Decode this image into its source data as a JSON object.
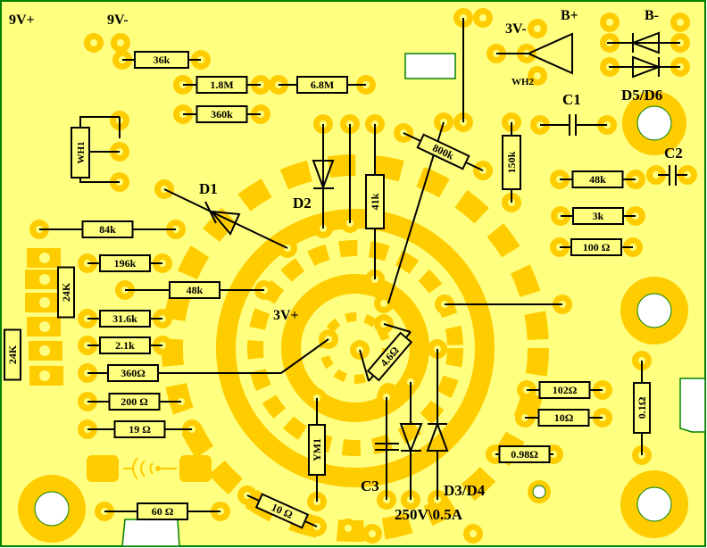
{
  "board": {
    "title": "Multimeter PCB component layout",
    "colors": {
      "substrate": "#ffff80",
      "copper": "#ffcc00",
      "outline": "#008000",
      "ink": "#000000",
      "hole": "#ffffff"
    }
  },
  "labels": {
    "v9_plus": "9V+",
    "v9_minus": "9V-",
    "v3_minus": "3V-",
    "v3_plus": "3V+",
    "b_plus": "B+",
    "b_minus": "B-",
    "wh2": "WH2",
    "c1": "C1",
    "c2": "C2",
    "c3": "C3",
    "d1": "D1",
    "d2": "D2",
    "d3d4": "D3/D4",
    "d5d6": "D5/D6",
    "fuse": "250V\\0.5A"
  },
  "resistors": {
    "r36k": "36k",
    "r1_8m": "1.8M",
    "r6_8m": "6.8M",
    "r360k": "360k",
    "r800k": "800k",
    "r150k": "150k",
    "r41k": "41k",
    "r48k_right": "48k",
    "r3k": "3k",
    "r100": "100 Ω",
    "r84k": "84k",
    "r196k": "196k",
    "r24k_a": "24K",
    "r24k_b": "24K",
    "r48k_left": "48k",
    "r31_6k": "31.6k",
    "r2_1k": "2.1k",
    "r360": "360Ω",
    "r200": "200 Ω",
    "r19": "19 Ω",
    "r60": "60 Ω",
    "r10_diag": "10 Ω",
    "r4_6": "4.6Ω",
    "r102": "102Ω",
    "r10": "10Ω",
    "r0_98": "0.98Ω",
    "r0_1": "0.1Ω",
    "ym1": "YM1",
    "wh1": "WH1"
  }
}
